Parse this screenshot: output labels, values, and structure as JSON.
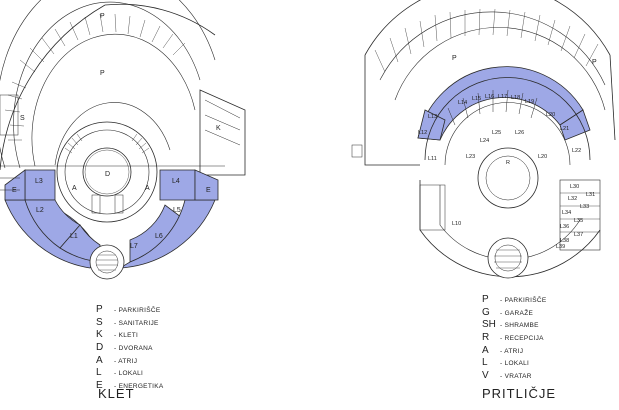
{
  "plans": [
    {
      "id": "klet",
      "title": "KLET",
      "room_labels": [
        "P",
        "P",
        "S",
        "K",
        "L3",
        "L4",
        "L2",
        "L5",
        "L1",
        "L6",
        "L7",
        "A",
        "A",
        "D",
        "E",
        "E"
      ],
      "legend": [
        {
          "key": "P",
          "value": "- PARKIRIŠČE"
        },
        {
          "key": "S",
          "value": "- SANITARIJE"
        },
        {
          "key": "K",
          "value": "- KLETI"
        },
        {
          "key": "D",
          "value": "- DVORANA"
        },
        {
          "key": "A",
          "value": "- ATRIJ"
        },
        {
          "key": "L",
          "value": "- LOKALI"
        },
        {
          "key": "E",
          "value": "- ENERGETIKA"
        }
      ]
    },
    {
      "id": "pritlicje",
      "title": "PRITLIČJE",
      "room_labels": [
        "P",
        "P",
        "L13",
        "L14",
        "L15",
        "L16",
        "L17",
        "L18",
        "L19",
        "L20",
        "L12",
        "L21",
        "L11",
        "L22",
        "L23",
        "L24",
        "L25",
        "L26",
        "L20",
        "R",
        "L10",
        "L30",
        "L31",
        "L32",
        "L33",
        "L34",
        "L35",
        "L36",
        "L37",
        "L38",
        "L39"
      ],
      "legend": [
        {
          "key": "P",
          "value": "- PARKIRIŠČE"
        },
        {
          "key": "G",
          "value": "- GARAŽE"
        },
        {
          "key": "SH",
          "value": "- SHRAMBE"
        },
        {
          "key": "R",
          "value": "- RECEPCIJA"
        },
        {
          "key": "A",
          "value": "- ATRIJ"
        },
        {
          "key": "L",
          "value": "- LOKALI"
        },
        {
          "key": "V",
          "value": "- VRATAR"
        }
      ]
    }
  ],
  "colors": {
    "highlight": "#9ea8e6",
    "line": "#2a2a2a"
  }
}
